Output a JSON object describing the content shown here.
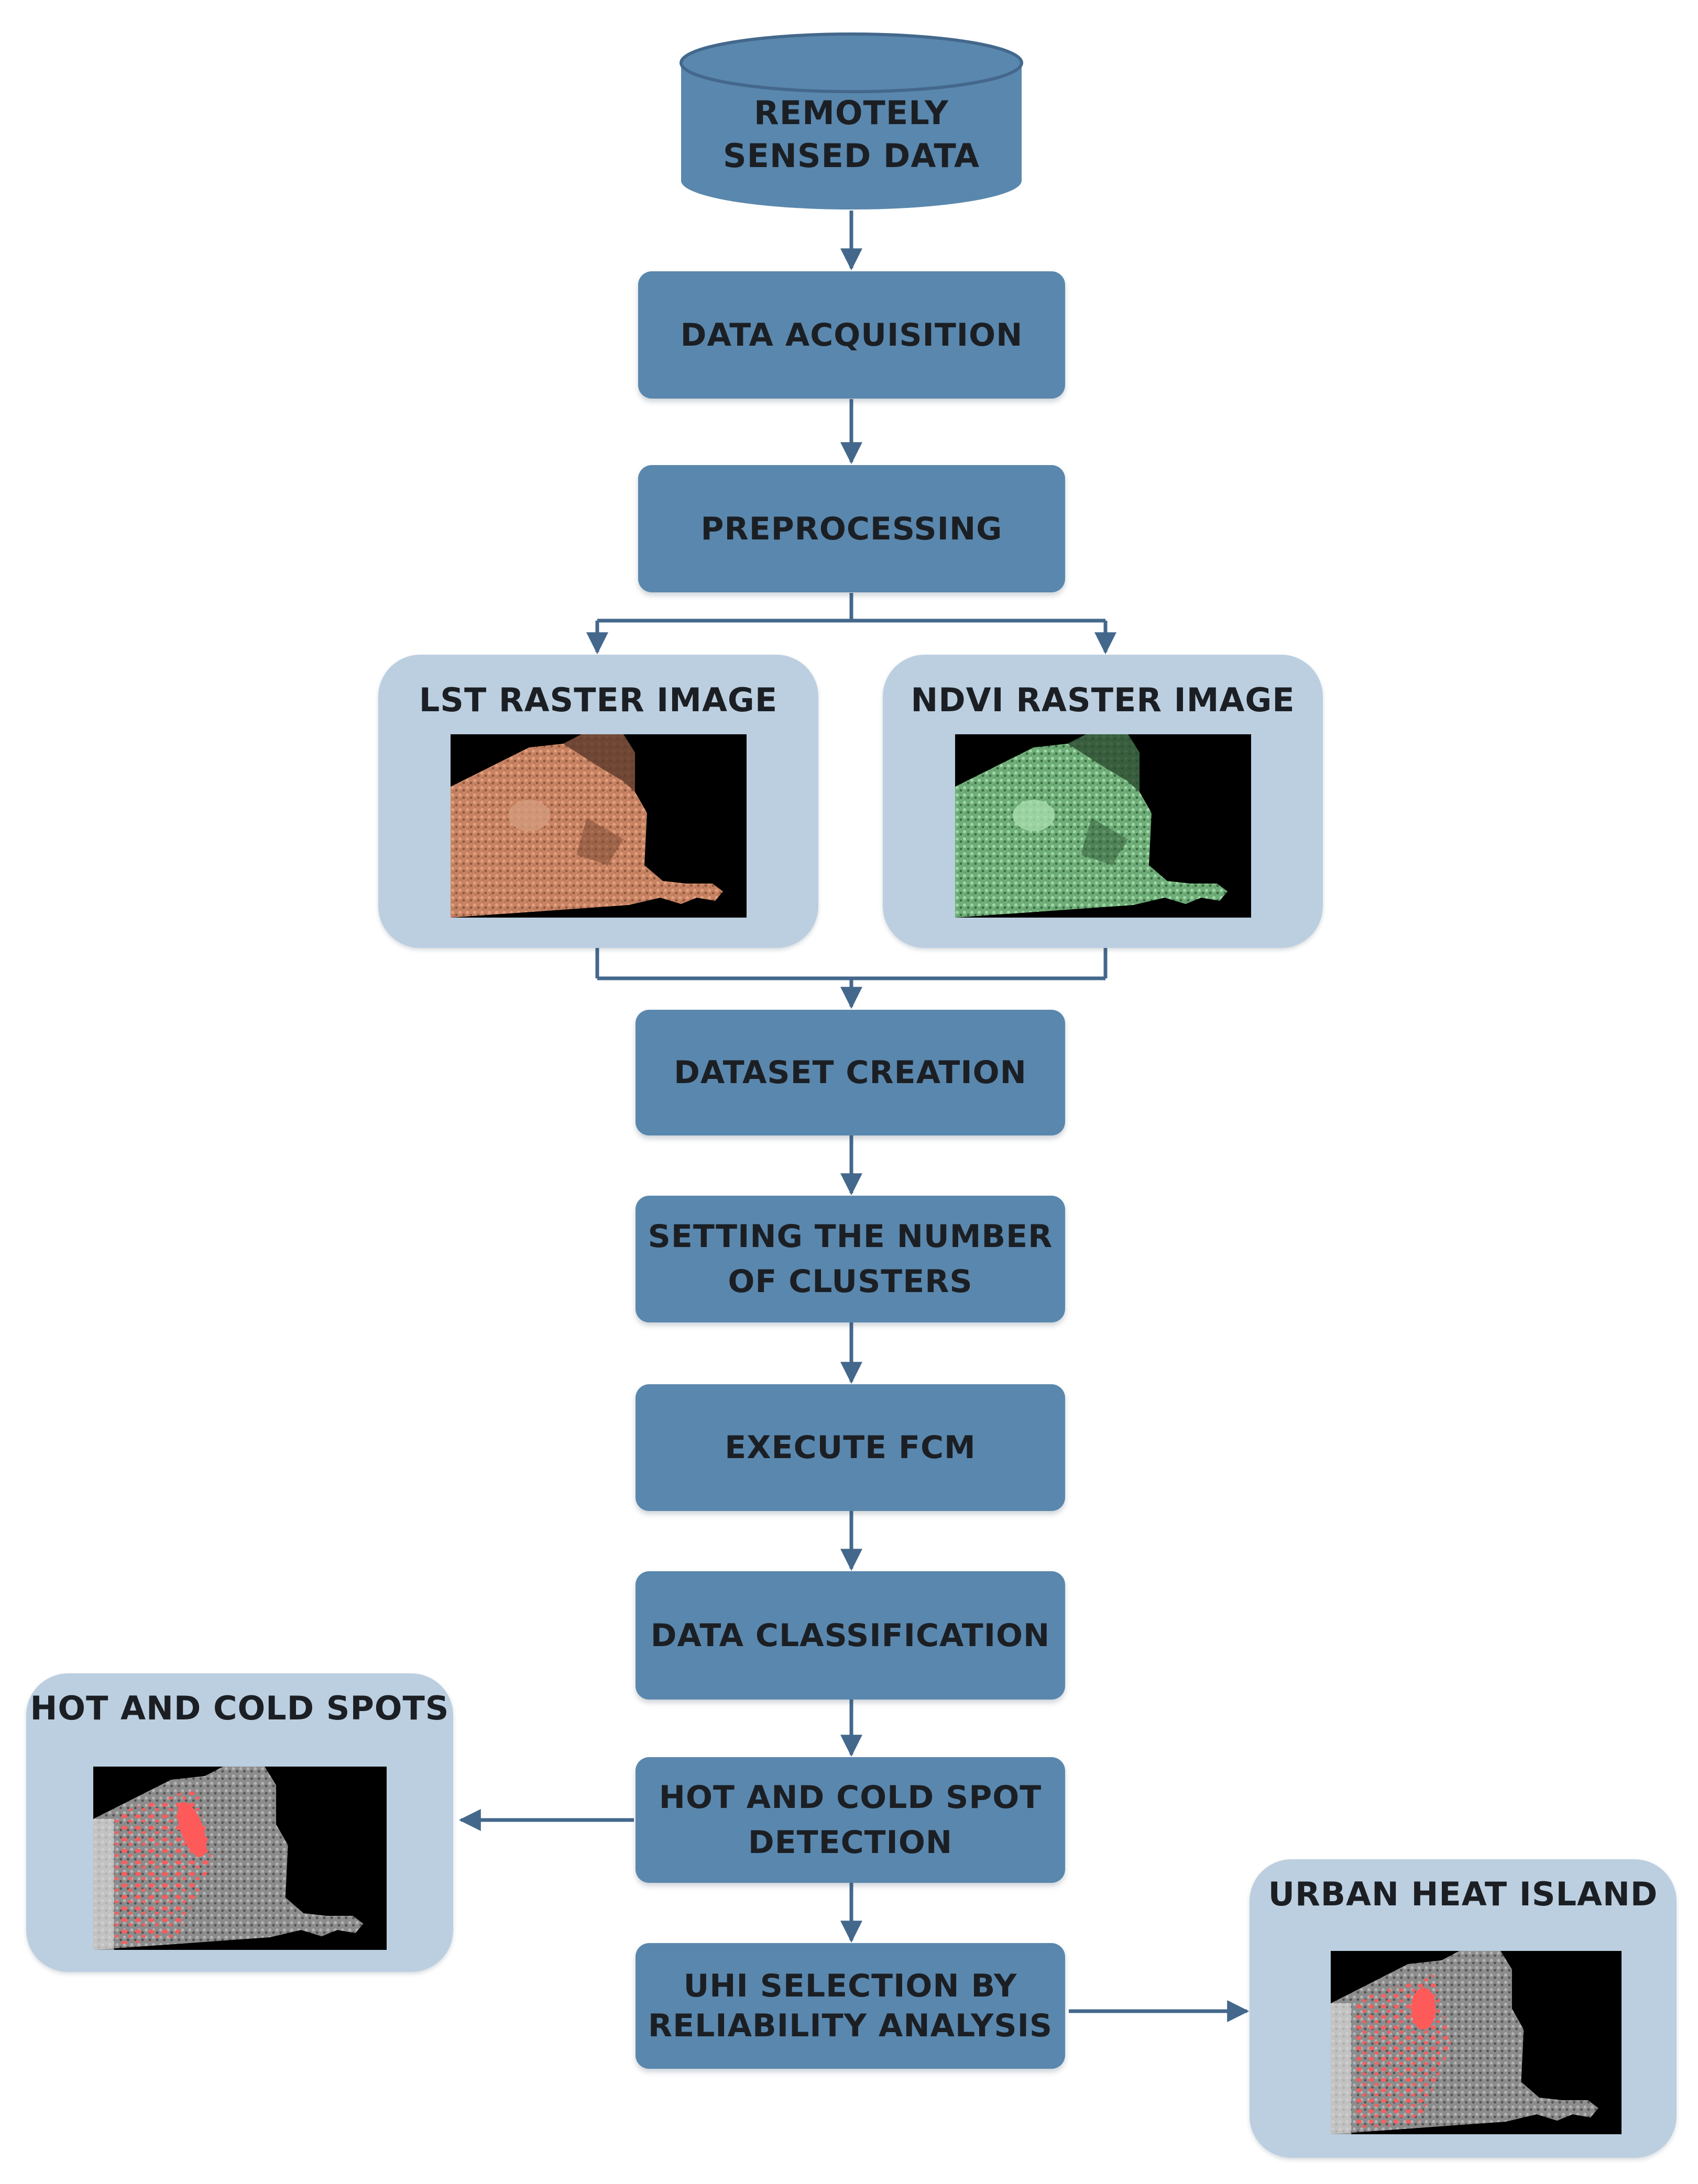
{
  "colors": {
    "step_fill": "#5a87ad",
    "panel_fill": "#bccfe0",
    "arrow": "#44688c",
    "text": "#1b1f24",
    "lst_tint": "#d9906a",
    "ndvi_tint": "#7fc48a",
    "spot_red": "#ff5a5a"
  },
  "source": {
    "line1": "REMOTELY",
    "line2": "SENSED DATA"
  },
  "steps": {
    "acquisition": "DATA ACQUISITION",
    "preprocessing": "PREPROCESSING",
    "dataset": "DATASET CREATION",
    "clusters_1": "SETTING THE NUMBER",
    "clusters_2": "OF CLUSTERS",
    "fcm": "EXECUTE FCM",
    "classification": "DATA CLASSIFICATION",
    "detection_1": "HOT AND COLD SPOT",
    "detection_2": "DETECTION",
    "uhi_1": "UHI SELECTION BY",
    "uhi_2": "RELIABILITY ANALYSIS"
  },
  "panels": {
    "lst": {
      "title": "LST RASTER IMAGE",
      "image": "lst-raster-thumbnail"
    },
    "ndvi": {
      "title": "NDVI RASTER IMAGE",
      "image": "ndvi-raster-thumbnail"
    },
    "spots": {
      "title": "HOT AND COLD SPOTS",
      "image": "hot-cold-spots-thumbnail"
    },
    "uhi": {
      "title": "URBAN HEAT ISLAND",
      "image": "urban-heat-island-thumbnail"
    }
  }
}
